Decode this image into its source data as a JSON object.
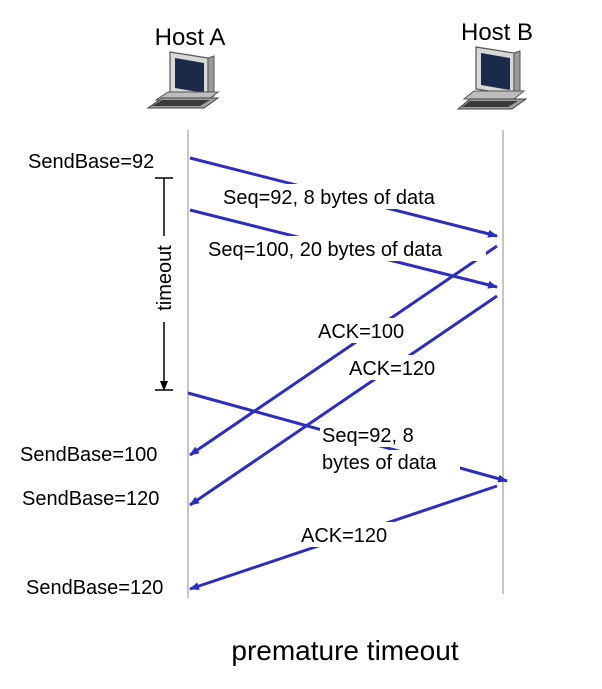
{
  "hosts": {
    "a_label": "Host A",
    "b_label": "Host B"
  },
  "sendbase": {
    "first": "SendBase=92",
    "second": "SendBase=100",
    "third": "SendBase=120",
    "fourth": "SendBase=120"
  },
  "timer": {
    "label": "timeout"
  },
  "messages": {
    "seg1": "Seq=92, 8 bytes of data",
    "seg2": "Seq=100, 20 bytes of data",
    "ack1": "ACK=100",
    "ack2": "ACK=120",
    "retx_line1": "Seq=92,  8",
    "retx_line2": "bytes of data",
    "ack3": "ACK=120"
  },
  "caption": "premature timeout",
  "colors": {
    "arrow": "#2e2ebd",
    "timeline": "#b4b4b4"
  },
  "icons": {
    "host_a": "computer-icon",
    "host_b": "computer-icon"
  }
}
